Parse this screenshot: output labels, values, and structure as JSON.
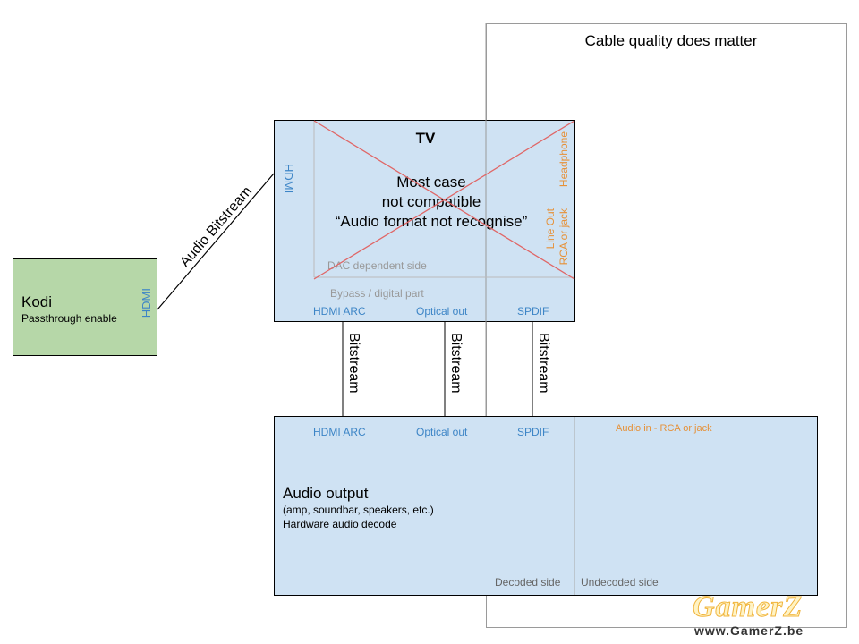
{
  "quality": {
    "title": "Cable quality does matter"
  },
  "kodi": {
    "title": "Kodi",
    "subtitle": "Passthrough enable",
    "port": "HDMI"
  },
  "link": {
    "label": "Audio Bitstream"
  },
  "tv": {
    "title": "TV",
    "port_in": "HDMI",
    "message_line1": "Most case",
    "message_line2": "not compatible",
    "message_line3": "“Audio format not recognise”",
    "headphone": "Headphone",
    "lineout_line1": "Line Out",
    "lineout_line2": "RCA or jack",
    "dac_side": "DAC dependent side",
    "bypass_part": "Bypass / digital part",
    "out_hdmi_arc": "HDMI ARC",
    "out_optical": "Optical out",
    "out_spdif": "SPDIF"
  },
  "bitstream": {
    "label": "Bitstream"
  },
  "audio": {
    "in_hdmi_arc": "HDMI ARC",
    "in_optical": "Optical out",
    "in_spdif": "SPDIF",
    "analog_in": "Audio in - RCA or jack",
    "title": "Audio output",
    "subtitle": "(amp, soundbar, speakers, etc.)",
    "decode": "Hardware audio decode",
    "decoded_side": "Decoded side",
    "undecoded_side": "Undecoded side"
  },
  "watermark": {
    "logo": "GamerZ",
    "url": "www.GamerZ.be"
  },
  "colors": {
    "green": "#b6d7a8",
    "blue_fill": "#cfe2f3",
    "port_blue": "#3d85c6",
    "orange": "#e69138",
    "cross_red": "#e06666"
  }
}
